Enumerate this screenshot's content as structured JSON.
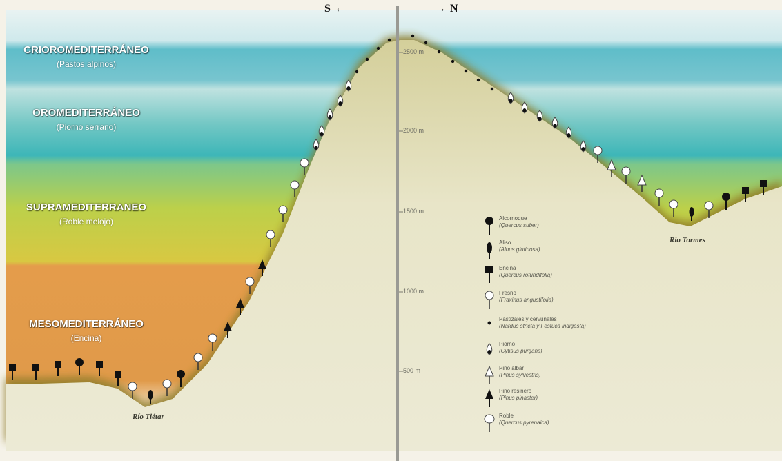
{
  "directions": {
    "south": "S",
    "north": "N"
  },
  "zones": [
    {
      "name": "CRIOROMEDITERRÁNEO",
      "vegetation": "(Pastos alpinos)"
    },
    {
      "name": "OROMEDITERRÁNEO",
      "vegetation": "(Piorno serrano)"
    },
    {
      "name": "SUPRAMEDITERRANEO",
      "vegetation": "(Roble melojo)"
    },
    {
      "name": "MESOMEDITERRÁNEO",
      "vegetation": "(Encina)"
    }
  ],
  "altitude_labels": [
    "2500 m",
    "2000 m",
    "1500 m",
    "1000 m",
    "500 m"
  ],
  "rivers": {
    "south": "Río Tiétar",
    "north": "Río Tormes"
  },
  "legend": [
    {
      "name": "Alcornoque",
      "scientific": "(Quercus suber)",
      "icon": "round-dark-tree-icon"
    },
    {
      "name": "Aliso",
      "scientific": "(Alnus glutinosa)",
      "icon": "narrow-dark-tree-icon"
    },
    {
      "name": "Encina",
      "scientific": "(Quercus rotundifolia)",
      "icon": "square-dark-tree-icon"
    },
    {
      "name": "Fresno",
      "scientific": "(Fraxinus angustifolia)",
      "icon": "round-light-tree-icon"
    },
    {
      "name": "Pastizales y cervunales",
      "scientific": "(Nardus stricta y Festuca indigesta)",
      "icon": "grass-dot-icon"
    },
    {
      "name": "Piorno",
      "scientific": "(Cytisus purgans)",
      "icon": "shrub-icon"
    },
    {
      "name": "Pino albar",
      "scientific": "(Pinus sylvestris)",
      "icon": "light-conifer-icon"
    },
    {
      "name": "Pino resinero",
      "scientific": "(Pinus pinaster)",
      "icon": "dark-conifer-icon"
    },
    {
      "name": "Roble",
      "scientific": "(Quercus pyrenaica)",
      "icon": "oak-tree-icon"
    }
  ],
  "colors": {
    "crioro": "#4fb3c4",
    "oro": "#3fb7bf",
    "supra": "#b7c83e",
    "meso": "#e2a04a",
    "ground": "#e6e2c2",
    "ridge": "#8f7d2a"
  }
}
